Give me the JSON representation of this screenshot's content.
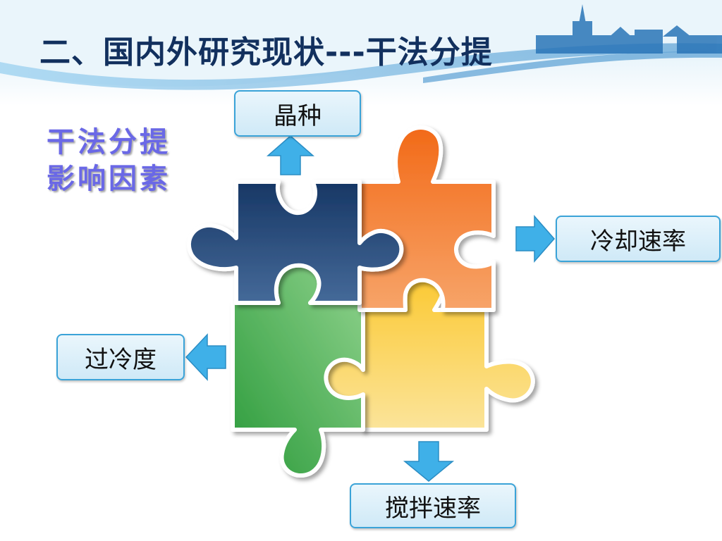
{
  "slide": {
    "title": "二、国内外研究现状---干法分提",
    "subtitle_lines": [
      "干法分提",
      "影响因素"
    ]
  },
  "diagram": {
    "type": "puzzle-factors",
    "factors": [
      {
        "label": "晶种",
        "direction": "up"
      },
      {
        "label": "冷却速率",
        "direction": "right"
      },
      {
        "label": "过冷度",
        "direction": "left"
      },
      {
        "label": "搅拌速率",
        "direction": "down"
      }
    ],
    "pieces": [
      {
        "name": "top-left",
        "color": "#1e3f6f"
      },
      {
        "name": "top-right",
        "color": "#f47a2e"
      },
      {
        "name": "bottom-left",
        "color": "#52b04e"
      },
      {
        "name": "bottom-right",
        "color": "#f6c53b"
      }
    ]
  },
  "colors": {
    "title": "#12305e",
    "subtitle": "#6a68e6",
    "arrow": "#3fb0e8",
    "box_border": "#3aa3d8"
  }
}
